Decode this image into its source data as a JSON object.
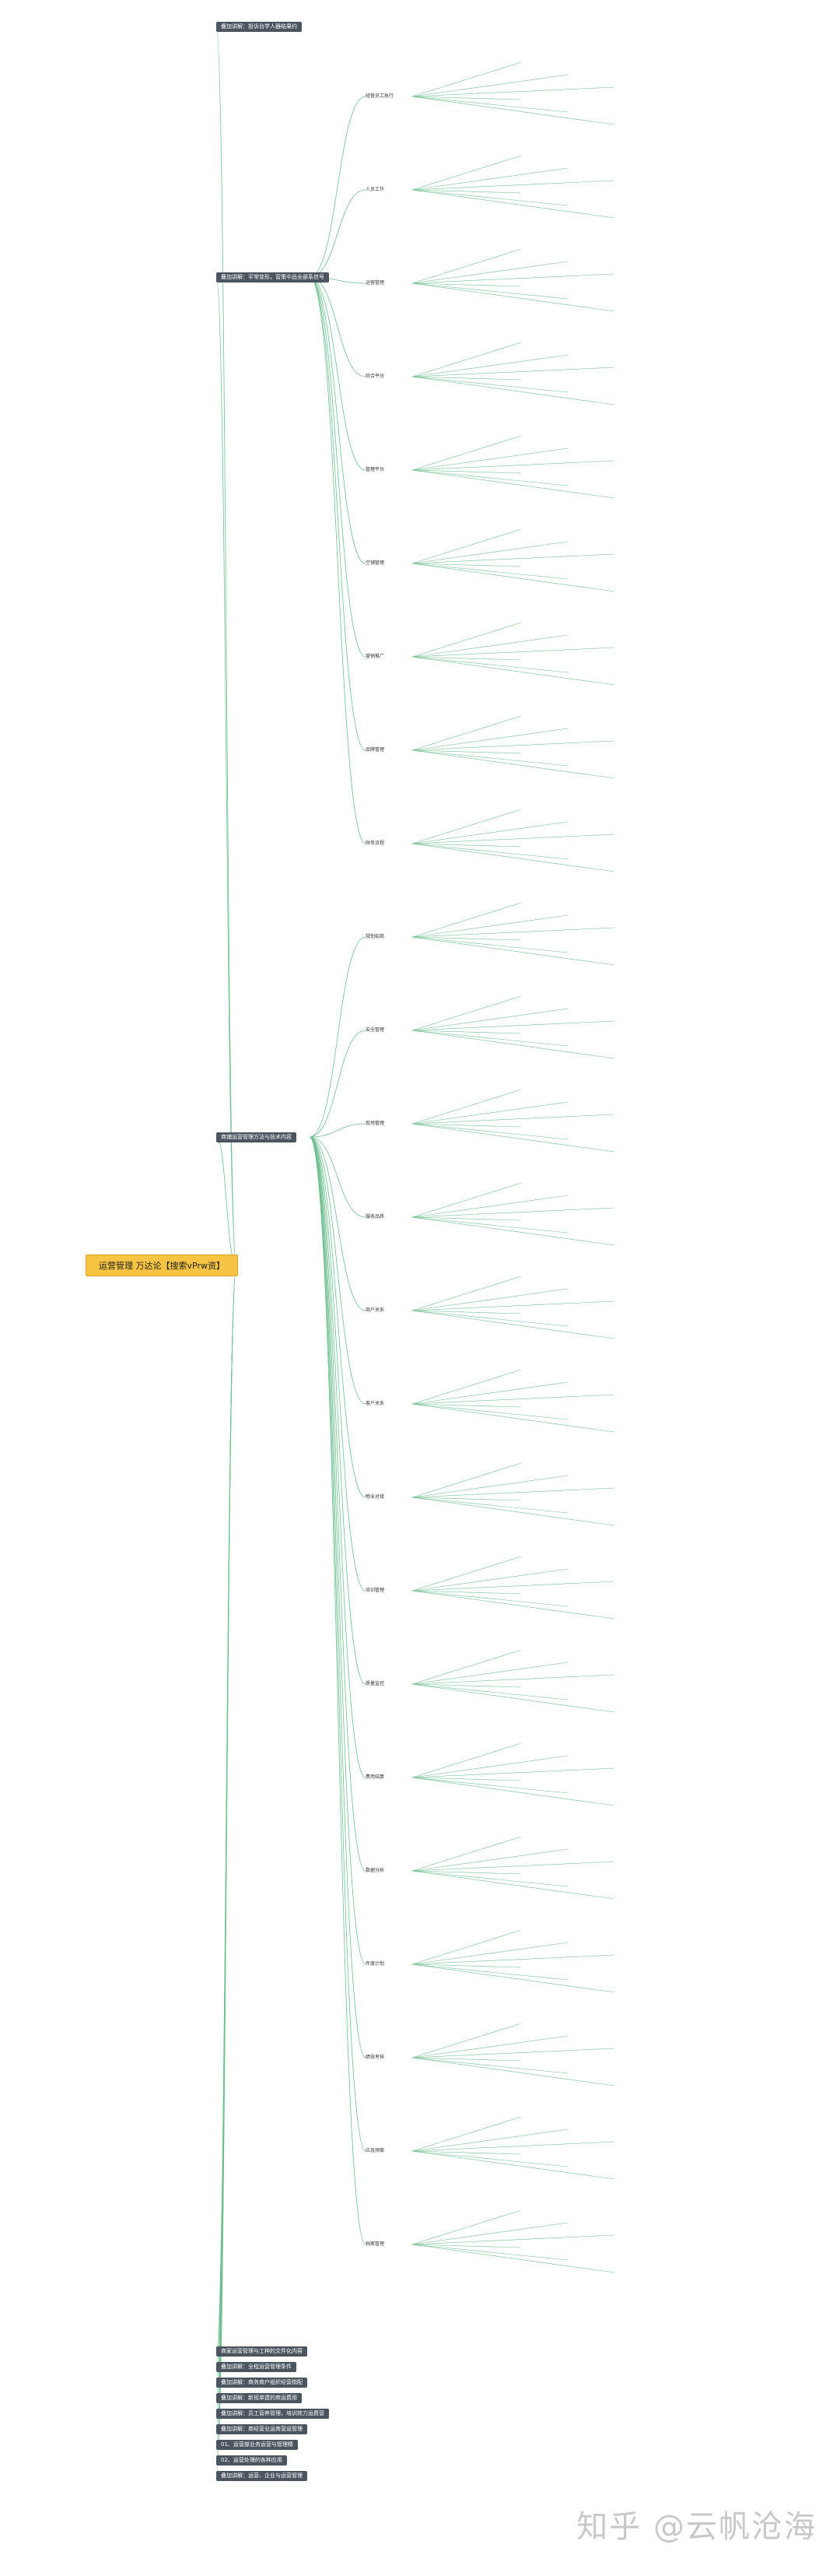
{
  "root": {
    "title": "运营管理 万达论【搜索vPrw资】"
  },
  "branches": [
    "叠加讲解：投诉台学人器结果约",
    "叠加讲解：平常变形，营策中品全部系信号",
    "商铺运营管理方法与技术内容",
    "商家运营管理与工种的文件化内容",
    "叠加讲解：全程运营管理条件",
    "叠加讲解：商务商户组织经营指配",
    "叠加讲解：新规单建的商运费用",
    "叠加讲解：员工营养管理，培训效力运费营",
    "叠加讲解：商经营业运商营运管理",
    "01、运营部业务运营与管理精",
    "02、运营处理的各种应用",
    "叠加讲解：运营、企业与运营管理"
  ],
  "sub_nodes": [
    "经营员工执行",
    "人员工作",
    "运营管理",
    "综合平台",
    "管理平台",
    "空铺管理",
    "营销推广",
    "品牌管理",
    "财务流程",
    "规划招商",
    "安全管理",
    "现场管理",
    "服务品质",
    "商户关系",
    "客户关系",
    "物业对接",
    "培训管理",
    "质量监控",
    "费用结算",
    "数据分析",
    "年度计划",
    "绩效考核",
    "应急预案",
    "档案管理"
  ],
  "watermark": "知乎 @云帆沧海",
  "colors": {
    "root": "#f6c343",
    "branch": "#4a5560",
    "line": "#6fbf8f"
  }
}
